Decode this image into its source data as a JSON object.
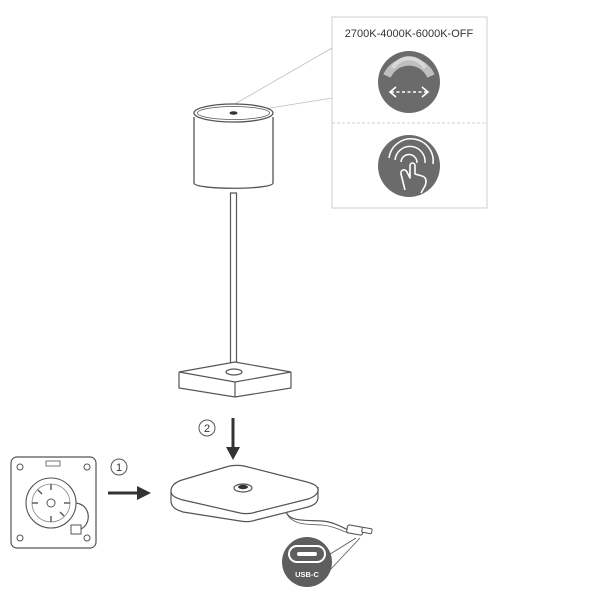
{
  "callout": {
    "color_sequence_label": "2700K-4000K-6000K-OFF"
  },
  "steps": {
    "step1": "1",
    "step2": "2"
  },
  "port": {
    "label": "USB-C"
  },
  "icons": {
    "color_toggle": "color-temperature-cycle-icon",
    "touch_dim": "touch-dimming-icon",
    "usb_port": "usb-c-port-icon"
  },
  "colors": {
    "line": "#555555",
    "icon_disc": "#6b6b6b",
    "badge": "#5e5e5e",
    "arrow": "#333333"
  }
}
